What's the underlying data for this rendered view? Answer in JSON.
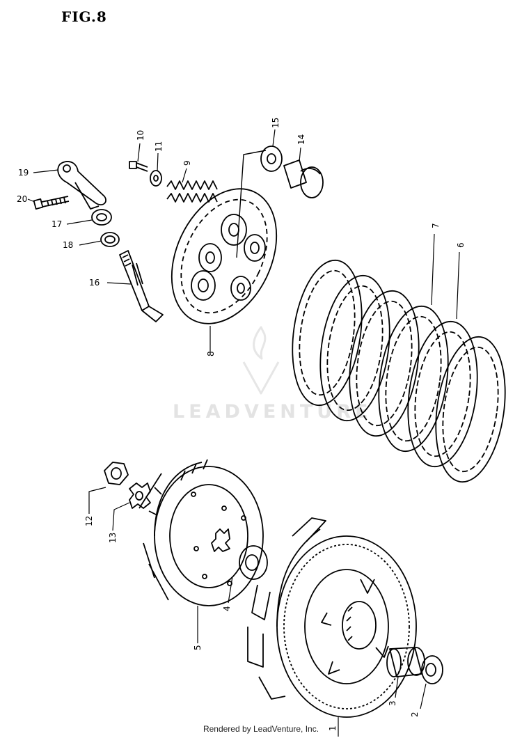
{
  "figure": {
    "title": "FIG.8"
  },
  "watermark": {
    "text": "LEADVENTURE"
  },
  "footer": {
    "text": "Rendered by LeadVenture, Inc."
  },
  "callouts": [
    {
      "id": "1",
      "label": "1",
      "part": "primary-driven-gear-housing"
    },
    {
      "id": "2",
      "label": "2",
      "part": "thrust-washer"
    },
    {
      "id": "3",
      "label": "3",
      "part": "spacer-bushing"
    },
    {
      "id": "4",
      "label": "4",
      "part": "thrust-washer"
    },
    {
      "id": "5",
      "label": "5",
      "part": "clutch-sleeve-hub"
    },
    {
      "id": "6",
      "label": "6",
      "part": "drive-plate"
    },
    {
      "id": "7",
      "label": "7",
      "part": "driven-plate"
    },
    {
      "id": "8",
      "label": "8",
      "part": "pressure-plate"
    },
    {
      "id": "9",
      "label": "9",
      "part": "clutch-spring"
    },
    {
      "id": "10",
      "label": "10",
      "part": "bolt"
    },
    {
      "id": "11",
      "label": "11",
      "part": "washer"
    },
    {
      "id": "12",
      "label": "12",
      "part": "nut"
    },
    {
      "id": "13",
      "label": "13",
      "part": "lock-washer"
    },
    {
      "id": "14",
      "label": "14",
      "part": "push-piece"
    },
    {
      "id": "15",
      "label": "15",
      "part": "washer"
    },
    {
      "id": "16",
      "label": "16",
      "part": "release-shaft"
    },
    {
      "id": "17",
      "label": "17",
      "part": "oil-seal"
    },
    {
      "id": "18",
      "label": "18",
      "part": "o-ring"
    },
    {
      "id": "19",
      "label": "19",
      "part": "release-arm"
    },
    {
      "id": "20",
      "label": "20",
      "part": "bolt"
    }
  ]
}
